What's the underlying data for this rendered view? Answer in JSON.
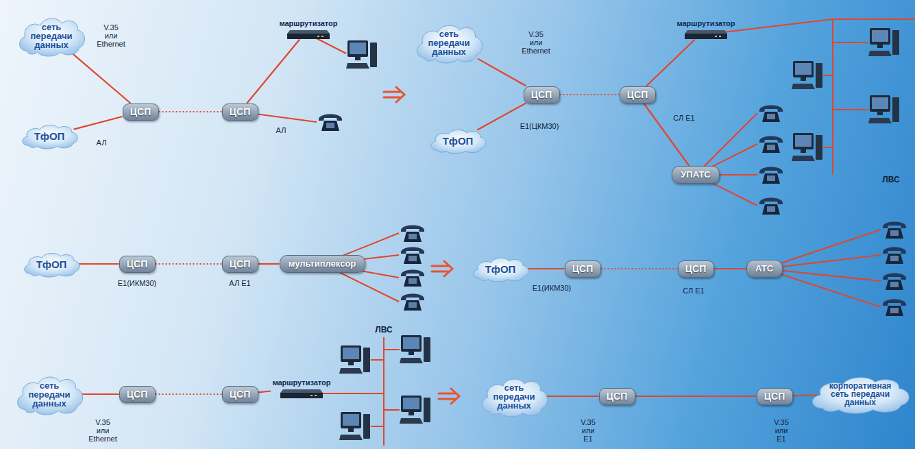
{
  "diagram": {
    "nodes": [
      {
        "text": [
          "сеть передачи данных"
        ]
      },
      {
        "text": [
          "ТфОП"
        ]
      },
      {
        "text": [
          "ЦСП"
        ]
      },
      {
        "text": [
          "ЦСП"
        ]
      },
      {
        "text": [
          "маршрутизатор"
        ]
      },
      {
        "text": [
          "сеть передачи данных"
        ]
      },
      {
        "text": [
          "ТфОП"
        ]
      },
      {
        "text": [
          "ЦСП"
        ]
      },
      {
        "text": [
          "ЦСП"
        ]
      },
      {
        "text": [
          "маршрутизатор"
        ]
      },
      {
        "text": [
          "УПАТС"
        ]
      },
      {
        "text": [
          "ТфОП"
        ]
      },
      {
        "text": [
          "ЦСП"
        ]
      },
      {
        "text": [
          "ЦСП"
        ]
      },
      {
        "text": [
          "мультиплексор"
        ]
      },
      {
        "text": [
          "ТфОП"
        ]
      },
      {
        "text": [
          "ЦСП"
        ]
      },
      {
        "text": [
          "ЦСП"
        ]
      },
      {
        "text": [
          "АТС"
        ]
      },
      {
        "text": [
          "сеть передачи данных"
        ]
      },
      {
        "text": [
          "ЦСП"
        ]
      },
      {
        "text": [
          "ЦСП"
        ]
      },
      {
        "text": [
          "маршрутизатор"
        ]
      },
      {
        "text": [
          "сеть передачи данных"
        ]
      },
      {
        "text": [
          "ЦСП"
        ]
      },
      {
        "text": [
          "ЦСП"
        ]
      },
      {
        "text": [
          "корпоративная сеть передачи данных"
        ]
      }
    ],
    "edges": [
      {
        "from": 0,
        "to": 2,
        "arrow": "none",
        "label": "V.35 или Ethernet"
      },
      {
        "from": 1,
        "to": 2,
        "arrow": "none",
        "label": "АЛ"
      },
      {
        "from": 2,
        "to": 3,
        "arrow": "none"
      },
      {
        "from": 3,
        "to": 4,
        "arrow": "none"
      },
      {
        "from": 5,
        "to": 7,
        "arrow": "none",
        "label": "V.35 или Ethernet"
      },
      {
        "from": 6,
        "to": 7,
        "arrow": "none",
        "label": "E1(ЦКМ30)"
      },
      {
        "from": 7,
        "to": 8,
        "arrow": "none"
      },
      {
        "from": 8,
        "to": 9,
        "arrow": "none"
      },
      {
        "from": 8,
        "to": 10,
        "arrow": "none",
        "label": "СЛ E1"
      },
      {
        "from": 11,
        "to": 12,
        "arrow": "none",
        "label": "E1(ИКМ30)"
      },
      {
        "from": 12,
        "to": 13,
        "arrow": "none"
      },
      {
        "from": 13,
        "to": 14,
        "arrow": "none",
        "label": "АЛ E1"
      },
      {
        "from": 15,
        "to": 16,
        "arrow": "none",
        "label": "E1(ИКМ30)"
      },
      {
        "from": 16,
        "to": 17,
        "arrow": "none"
      },
      {
        "from": 17,
        "to": 18,
        "arrow": "none",
        "label": "СЛ E1"
      },
      {
        "from": 19,
        "to": 20,
        "arrow": "none",
        "label": "V.35 или Ethernet"
      },
      {
        "from": 20,
        "to": 21,
        "arrow": "none"
      },
      {
        "from": 21,
        "to": 22,
        "arrow": "none"
      },
      {
        "from": 23,
        "to": 24,
        "arrow": "none",
        "label": "V.35 или E1"
      },
      {
        "from": 24,
        "to": 25,
        "arrow": "none"
      },
      {
        "from": 25,
        "to": 26,
        "arrow": "none",
        "label": "V.35 или E1"
      }
    ],
    "labels": [
      "АЛ",
      "ЛВС",
      "ЛВС"
    ]
  }
}
